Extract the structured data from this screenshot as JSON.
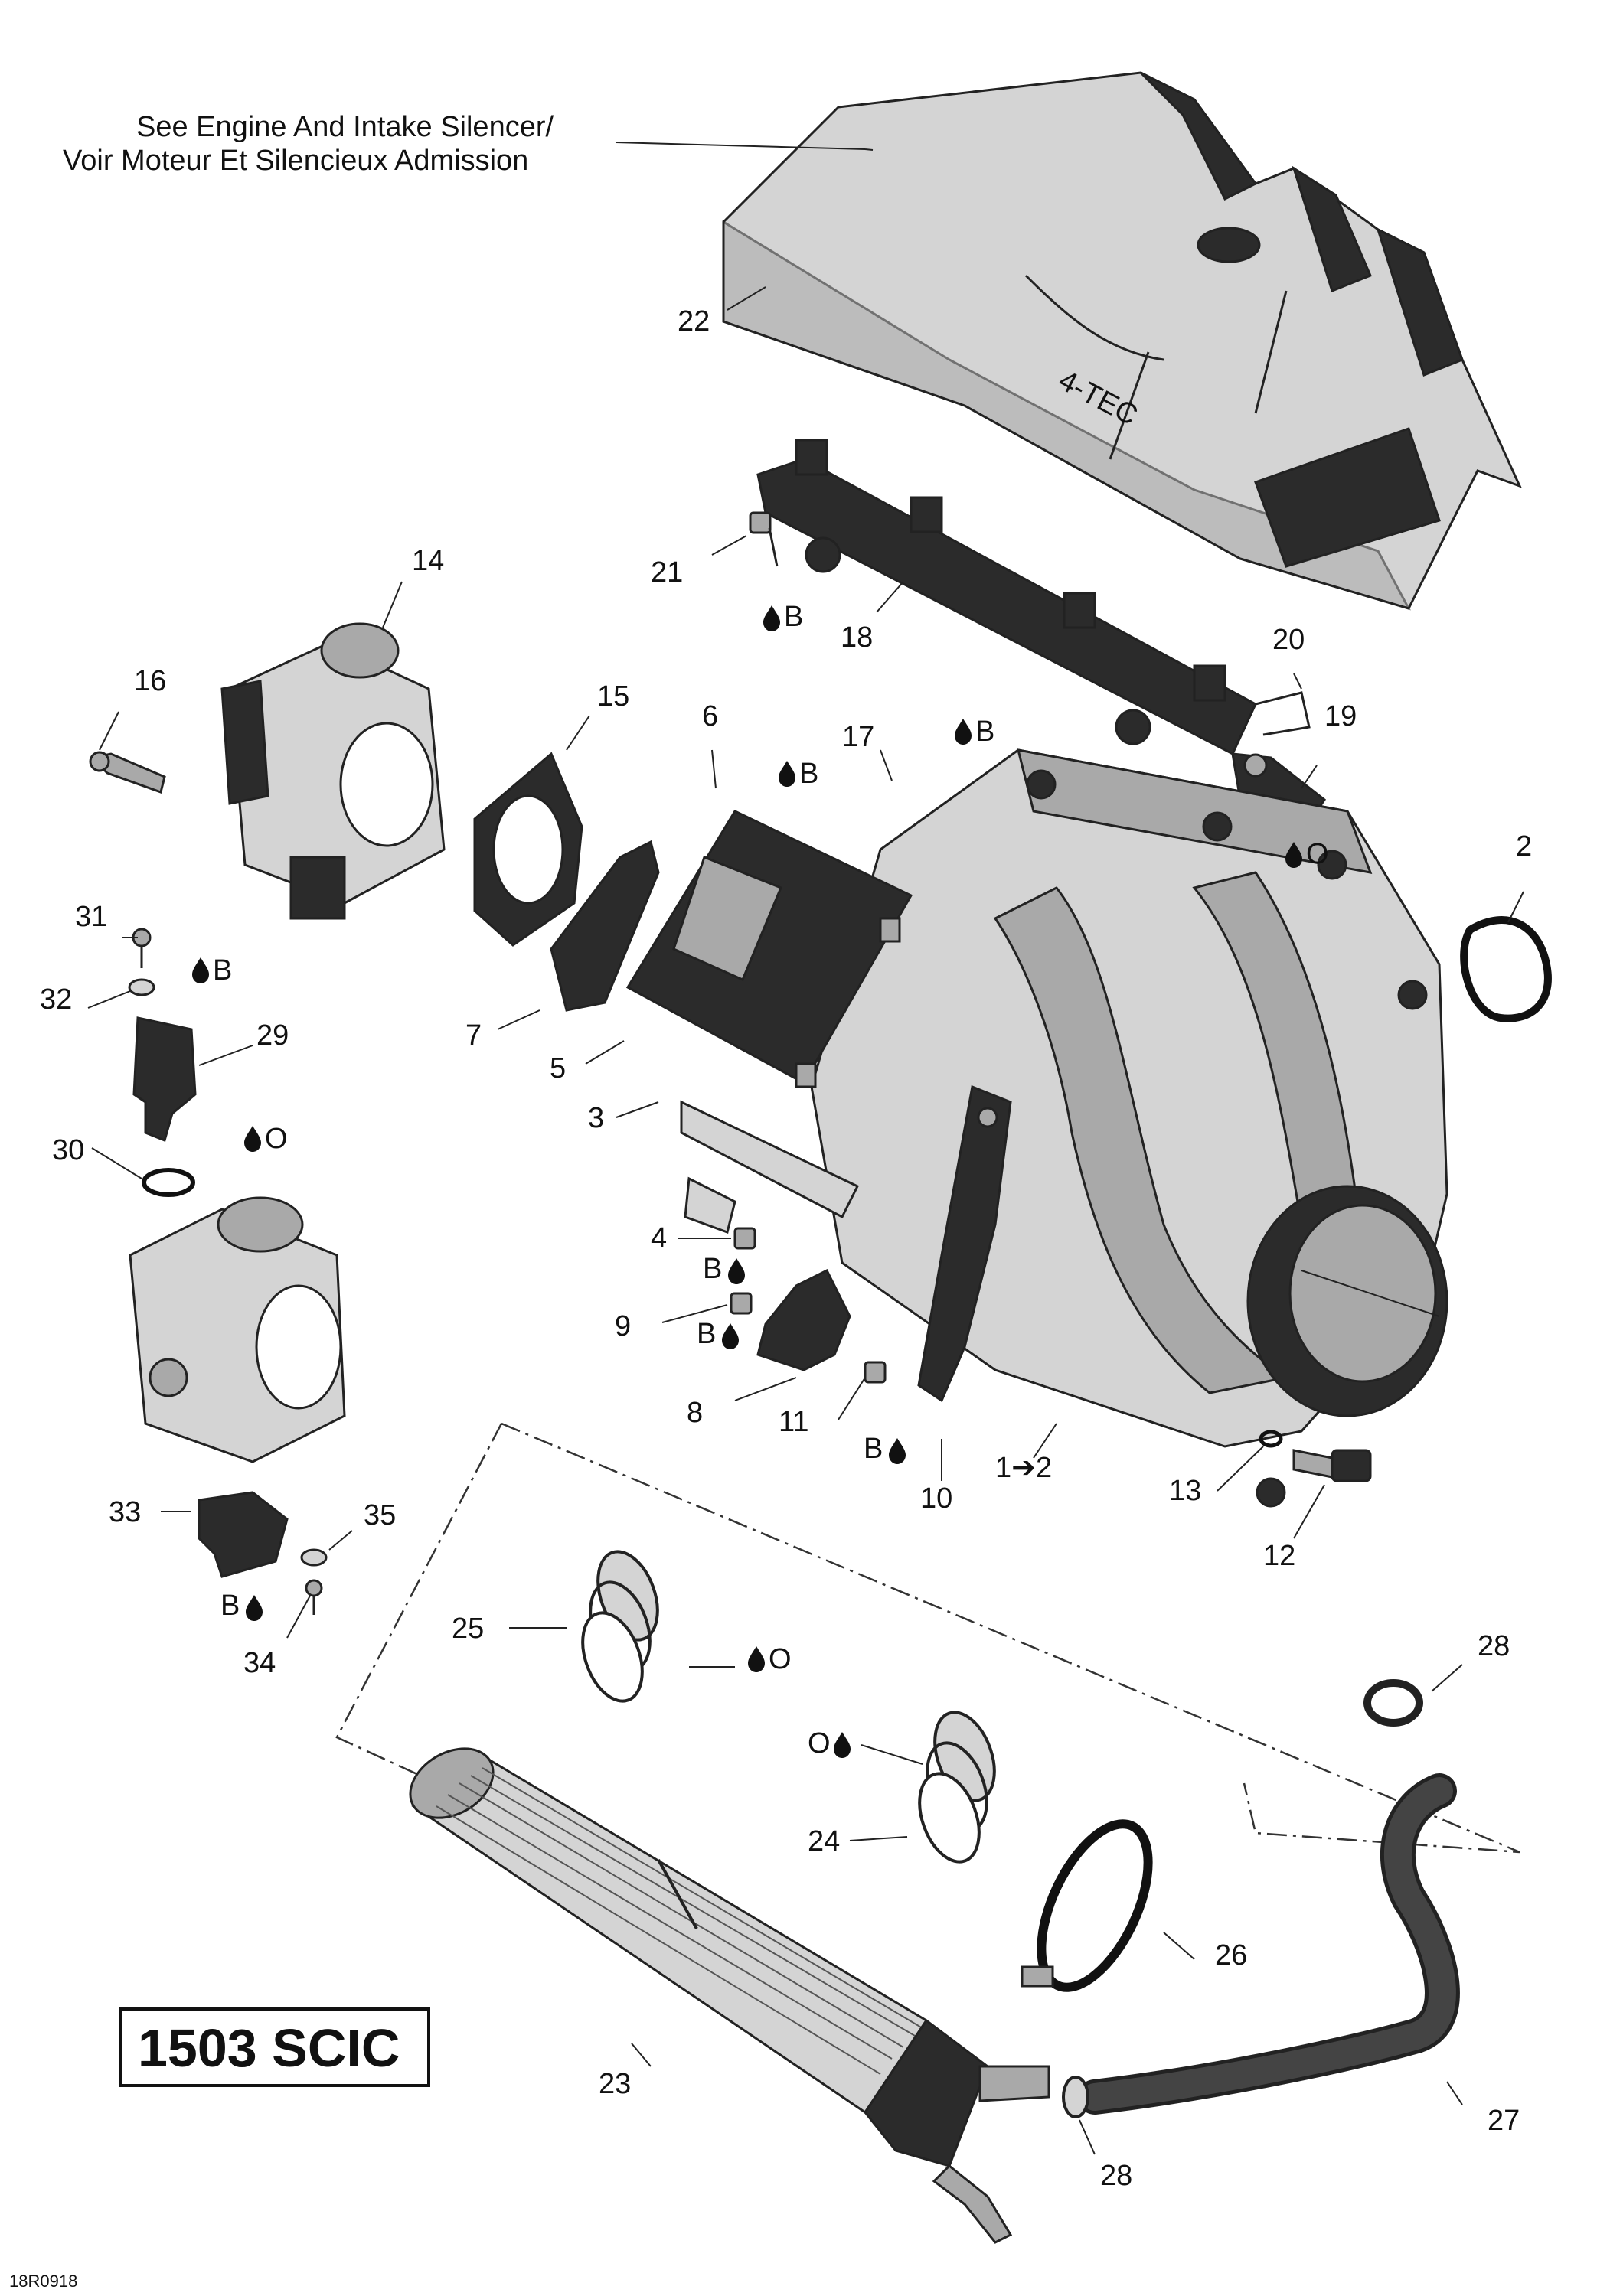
{
  "note": {
    "line1": "See Engine And Intake Silencer/",
    "line2": "Voir Moteur Et Silencieux Admission"
  },
  "caption": "1503 SCIC",
  "drawing_code": "18R0918",
  "cover_text": "4-TEC",
  "callouts": [
    {
      "id": "c1",
      "text": "1➔2"
    },
    {
      "id": "c2",
      "text": "2"
    },
    {
      "id": "c3",
      "text": "3"
    },
    {
      "id": "c4",
      "text": "4"
    },
    {
      "id": "c5",
      "text": "5"
    },
    {
      "id": "c6",
      "text": "6"
    },
    {
      "id": "c7",
      "text": "7"
    },
    {
      "id": "c8",
      "text": "8"
    },
    {
      "id": "c9",
      "text": "9"
    },
    {
      "id": "c10",
      "text": "10"
    },
    {
      "id": "c11",
      "text": "11"
    },
    {
      "id": "c12",
      "text": "12"
    },
    {
      "id": "c13",
      "text": "13"
    },
    {
      "id": "c14",
      "text": "14"
    },
    {
      "id": "c15",
      "text": "15"
    },
    {
      "id": "c16",
      "text": "16"
    },
    {
      "id": "c17",
      "text": "17"
    },
    {
      "id": "c18",
      "text": "18"
    },
    {
      "id": "c19",
      "text": "19"
    },
    {
      "id": "c20",
      "text": "20"
    },
    {
      "id": "c21",
      "text": "21"
    },
    {
      "id": "c22",
      "text": "22"
    },
    {
      "id": "c23",
      "text": "23"
    },
    {
      "id": "c24",
      "text": "24"
    },
    {
      "id": "c25",
      "text": "25"
    },
    {
      "id": "c26",
      "text": "26"
    },
    {
      "id": "c27",
      "text": "27"
    },
    {
      "id": "c28a",
      "text": "28"
    },
    {
      "id": "c28b",
      "text": "28"
    },
    {
      "id": "c29",
      "text": "29"
    },
    {
      "id": "c30",
      "text": "30"
    },
    {
      "id": "c31",
      "text": "31"
    },
    {
      "id": "c32",
      "text": "32"
    },
    {
      "id": "c33",
      "text": "33"
    },
    {
      "id": "c34",
      "text": "34"
    },
    {
      "id": "c35",
      "text": "35"
    }
  ],
  "symbols": [
    {
      "id": "s21",
      "text": "B",
      "drop": "left"
    },
    {
      "id": "s6",
      "text": "B",
      "drop": "left"
    },
    {
      "id": "s17",
      "text": "B",
      "drop": "left"
    },
    {
      "id": "s19",
      "text": "O",
      "drop": "left"
    },
    {
      "id": "s31",
      "text": "B",
      "drop": "left"
    },
    {
      "id": "s30",
      "text": "O",
      "drop": "left"
    },
    {
      "id": "s4",
      "text": "B",
      "drop": "right"
    },
    {
      "id": "s9",
      "text": "B",
      "drop": "right"
    },
    {
      "id": "s11",
      "text": "B",
      "drop": "right"
    },
    {
      "id": "s34",
      "text": "B",
      "drop": "right"
    },
    {
      "id": "s25",
      "text": "O",
      "drop": "left"
    },
    {
      "id": "s24",
      "text": "O",
      "drop": "right"
    }
  ]
}
